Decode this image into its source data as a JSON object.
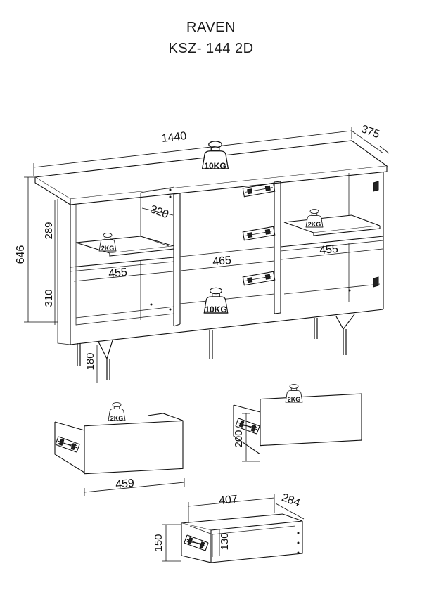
{
  "header": {
    "product_name": "RAVEN",
    "product_code": "KSZ- 144 2D"
  },
  "dimensions": {
    "total_width": "1440",
    "depth": "375",
    "height": "646",
    "shelf_depth": "320",
    "upper_compartment_height": "289",
    "lower_compartment_height": "310",
    "leg_height": "180",
    "left_compartment_width": "455",
    "middle_compartment_width": "465",
    "right_compartment_width": "455",
    "drawer_front_width": "459",
    "drawer_front_height": "200",
    "drawer_box_width": "407",
    "drawer_box_depth": "284",
    "drawer_box_height": "150",
    "drawer_inner_height": "130"
  },
  "load_labels": {
    "top_load": "10KG",
    "bottom_load": "10KG",
    "shelf_load_left": "2KG",
    "shelf_load_right": "2KG",
    "drawer_load_left": "2KG",
    "drawer_load_right": "2KG"
  }
}
